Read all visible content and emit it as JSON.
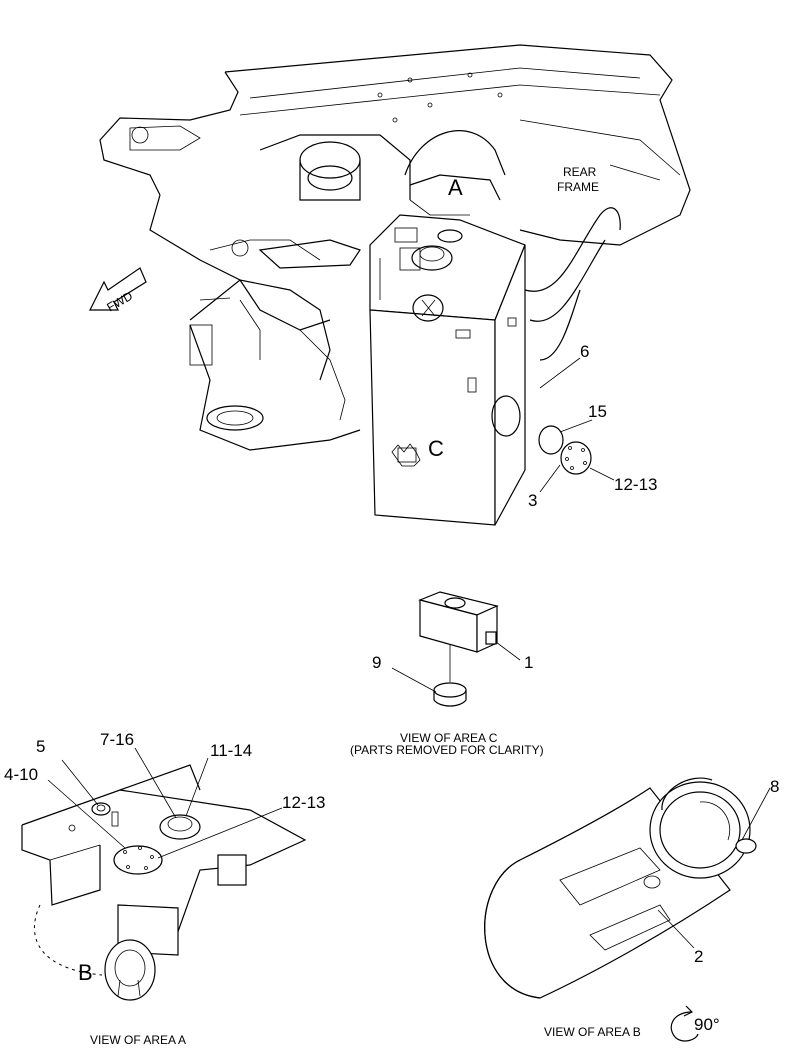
{
  "main_view": {
    "labels": {
      "rear_frame_line1": "REAR",
      "rear_frame_line2": "FRAME",
      "fwd": "FWD",
      "area_a": "A",
      "area_c": "C"
    },
    "callouts": {
      "c6": "6",
      "c15": "15",
      "c3": "3",
      "c12_13": "12-13"
    }
  },
  "view_c": {
    "callouts": {
      "c1": "1",
      "c9": "9"
    },
    "caption_line1": "VIEW OF AREA  C",
    "caption_line2": "(PARTS REMOVED FOR CLARITY)"
  },
  "view_a": {
    "callouts": {
      "c5": "5",
      "c4_10": "4-10",
      "c7_16": "7-16",
      "c11_14": "11-14",
      "c12_13": "12-13",
      "area_b": "B"
    },
    "caption": "VIEW OF AREA  A"
  },
  "view_b": {
    "callouts": {
      "c8": "8",
      "c2": "2"
    },
    "caption": "VIEW OF AREA  B",
    "rotation": "90°"
  }
}
